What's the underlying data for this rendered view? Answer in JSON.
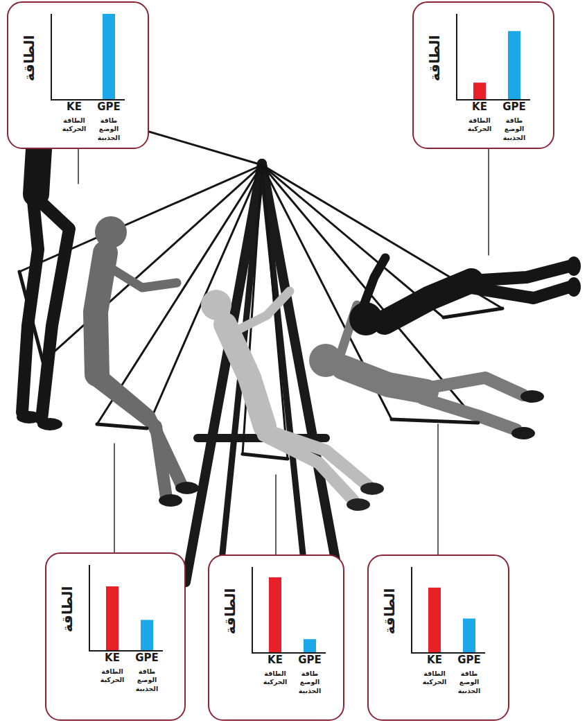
{
  "diagram": {
    "nodes": [
      {
        "text": [
          "الطاقة",
          "KE",
          "GPE",
          "الطاقة الحركية",
          "طاقة الوضع الجذبية"
        ]
      },
      {
        "text": [
          "الطاقة",
          "KE",
          "GPE",
          "الطاقة الحركية",
          "طاقة الوضع الجذبية"
        ]
      },
      {
        "text": [
          "الطاقة",
          "KE",
          "GPE",
          "الطاقة الحركية",
          "طاقة الوضع الجذبية"
        ]
      },
      {
        "text": [
          "الطاقة",
          "KE",
          "GPE",
          "الطاقة الحركية",
          "طاقة الوضع الجذبية"
        ]
      },
      {
        "text": [
          "الطاقة",
          "KE",
          "GPE",
          "الطاقة الحركية",
          "طاقة الوضع الجذبية"
        ]
      }
    ]
  }
}
